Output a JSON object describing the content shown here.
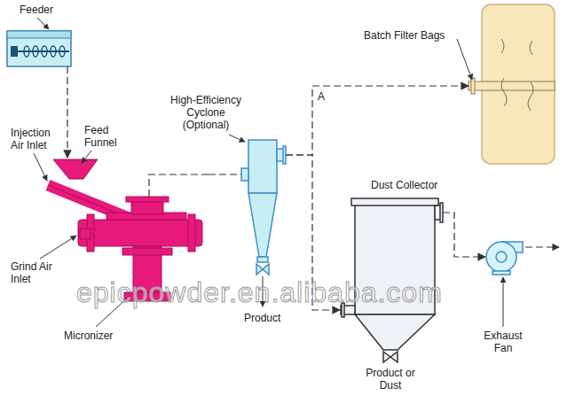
{
  "diagram": {
    "nodes": [
      {
        "text": [
          "Feeder"
        ]
      },
      {
        "text": [
          "Micronizer"
        ]
      },
      {
        "text": [
          "High-Efficiency Cyclone (Optional)"
        ]
      },
      {
        "text": [
          "Batch Filter Bags"
        ]
      },
      {
        "text": [
          "Dust Collector"
        ]
      },
      {
        "text": [
          "Exhaust Fan"
        ]
      }
    ],
    "edges": [
      {
        "from": 0,
        "to": 1,
        "arrow": "to"
      },
      {
        "from": 1,
        "to": 2,
        "arrow": "none"
      },
      {
        "from": 2,
        "to": 3,
        "arrow": "to"
      },
      {
        "from": 2,
        "to": 4,
        "arrow": "to"
      },
      {
        "from": 4,
        "to": 5,
        "arrow": "to"
      }
    ],
    "labels": [
      "Injection Air Inlet",
      "Feed Funnel",
      "Grind Air Inlet",
      "A",
      "Product",
      "Product or Dust",
      "epicpowder.en.alibaba.com"
    ]
  }
}
